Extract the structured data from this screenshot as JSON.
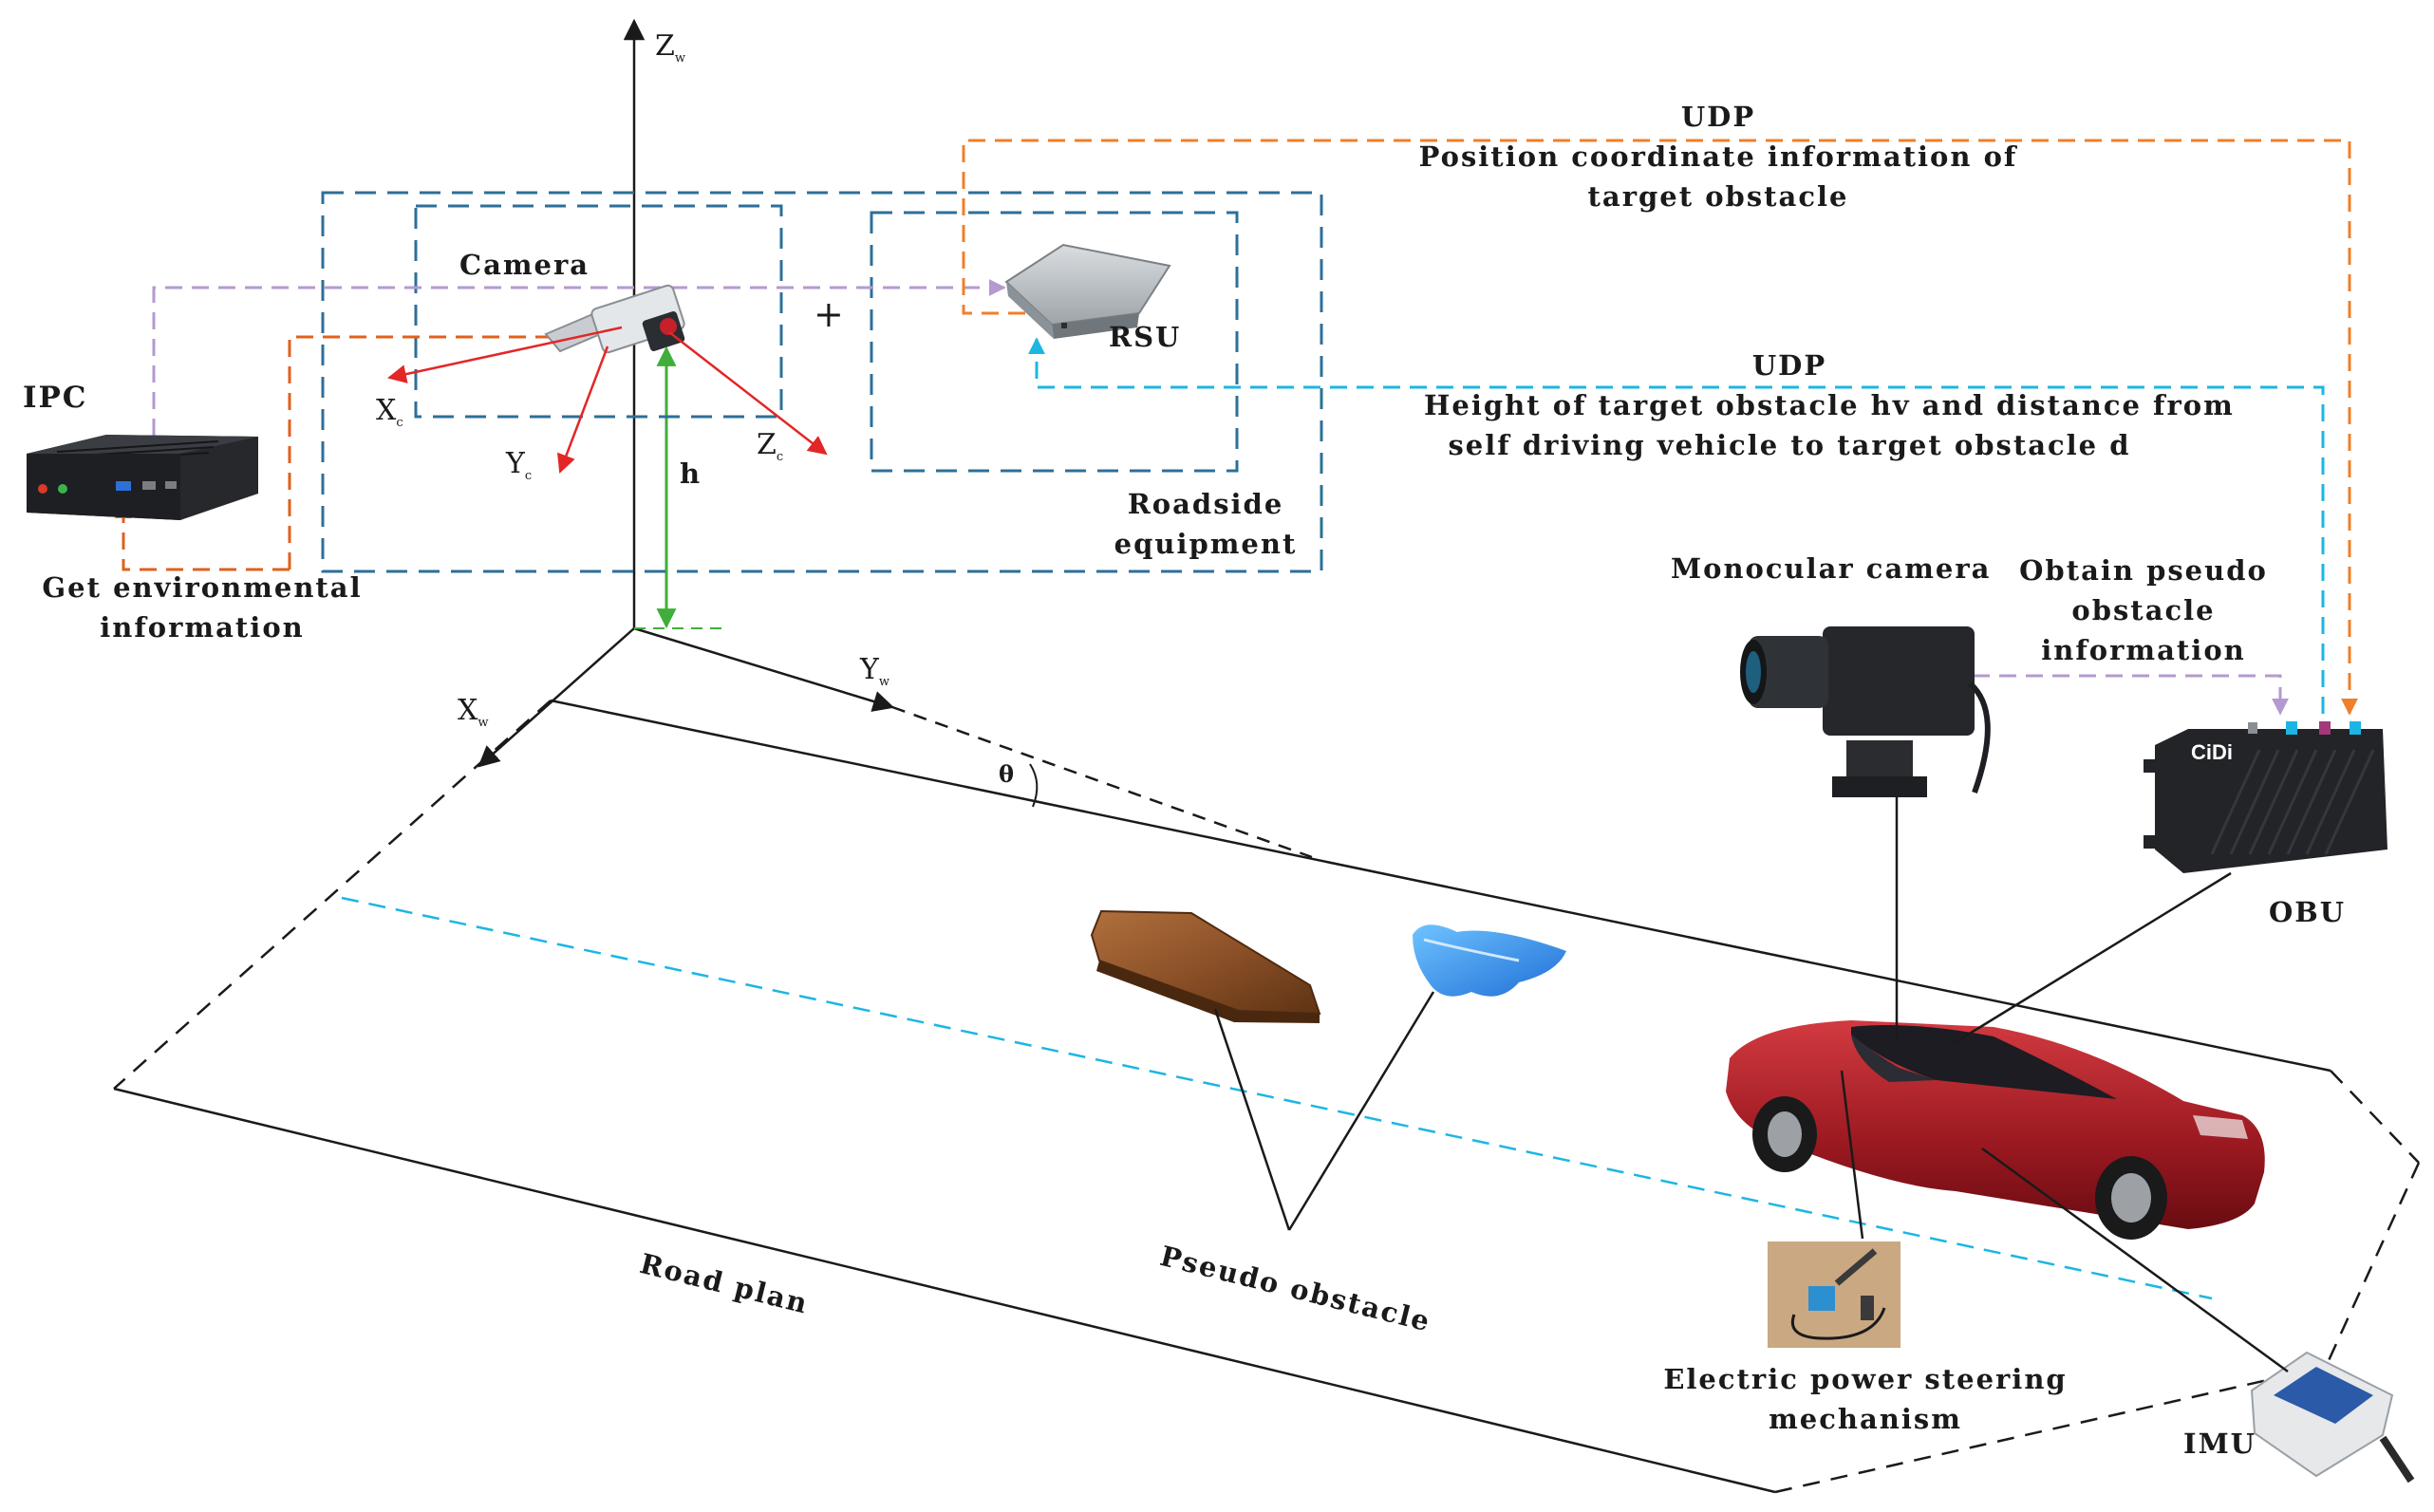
{
  "axes": {
    "zw": "Z",
    "zw_sub": "w",
    "xw": "X",
    "xw_sub": "w",
    "yw": "Y",
    "yw_sub": "w",
    "xc": "X",
    "xc_sub": "c",
    "yc": "Y",
    "yc_sub": "c",
    "zc": "Z",
    "zc_sub": "c",
    "h": "h",
    "theta": "θ"
  },
  "labels": {
    "camera": "Camera",
    "rsu": "RSU",
    "roadside_1": "Roadside",
    "roadside_2": "equipment",
    "ipc": "IPC",
    "get_env_1": "Get environmental",
    "get_env_2": "information",
    "udp_top": "UDP",
    "udp_top_desc_1": "Position coordinate information of",
    "udp_top_desc_2": "target obstacle",
    "udp_mid": "UDP",
    "udp_mid_desc_1": "Height of target obstacle hv and distance from",
    "udp_mid_desc_2": "self driving vehicle to target obstacle d",
    "mono_camera": "Monocular camera",
    "obtain_1": "Obtain pseudo",
    "obtain_2": "obstacle",
    "obtain_3": "information",
    "obu": "OBU",
    "obu_brand": "CiDi",
    "pseudo_obstacle": "Pseudo obstacle",
    "road_plan": "Road plan",
    "eps_1": "Electric power steering",
    "eps_2": "mechanism",
    "imu": "IMU",
    "plus": "+"
  },
  "colors": {
    "box_blue": "#2d6f9a",
    "orange": "#ef7f2a",
    "dark_orange": "#e0601c",
    "purple": "#b49ad0",
    "cyan": "#1cb6e3",
    "red": "#e32626",
    "green": "#3fae3a",
    "black": "#1a1a1a"
  }
}
